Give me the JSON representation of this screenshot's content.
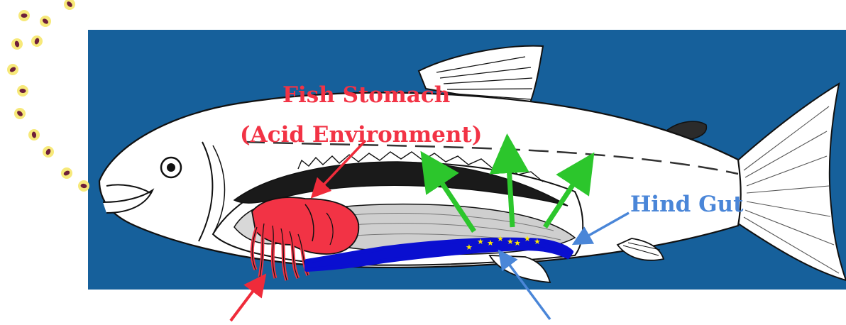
{
  "labels": {
    "stomach_title": "Fish Stomach",
    "stomach_subtitle": "(Acid Environment)",
    "hind_gut": "Hind Gut"
  },
  "colors": {
    "background_panel": "#16609b",
    "stomach_red": "#f23345",
    "intestine_blue": "#0a0fd0",
    "absorption_green": "#2cc62c",
    "pointer_blue": "#4a86d8",
    "pointer_red": "#ef2b3a",
    "particle_yellow": "#f7e97a",
    "particle_core": "#6e1f3a",
    "outline": "#111111"
  },
  "icons": {
    "particles": "feed-particle-icon",
    "stars": "nutrient-star-icon"
  }
}
